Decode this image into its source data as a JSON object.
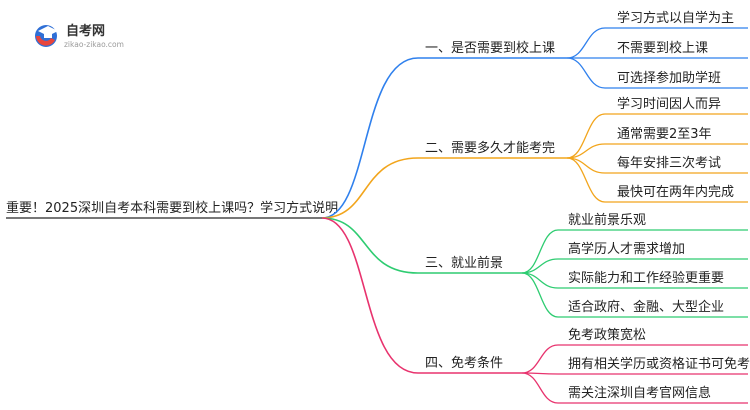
{
  "logo": {
    "name": "自考网",
    "url": "zikao-zikao.com"
  },
  "root": "重要！2025深圳自考本科需要到校上课吗？学习方式说明",
  "colors": {
    "blue": "#2f80ed",
    "orange": "#f2a51c",
    "green": "#2ecc71",
    "pink": "#e8336e"
  },
  "branches": [
    {
      "label": "一、是否需要到校上课",
      "color": "blue",
      "leaves": [
        "学习方式以自学为主",
        "不需要到校上课",
        "可选择参加助学班"
      ]
    },
    {
      "label": "二、需要多久才能考完",
      "color": "orange",
      "leaves": [
        "学习时间因人而异",
        "通常需要2至3年",
        "每年安排三次考试",
        "最快可在两年内完成"
      ]
    },
    {
      "label": "三、就业前景",
      "color": "green",
      "leaves": [
        "就业前景乐观",
        "高学历人才需求增加",
        "实际能力和工作经验更重要",
        "适合政府、金融、大型企业"
      ]
    },
    {
      "label": "四、免考条件",
      "color": "pink",
      "leaves": [
        "免考政策宽松",
        "拥有相关学历或资格证书可免考",
        "需关注深圳自考官网信息"
      ]
    }
  ]
}
